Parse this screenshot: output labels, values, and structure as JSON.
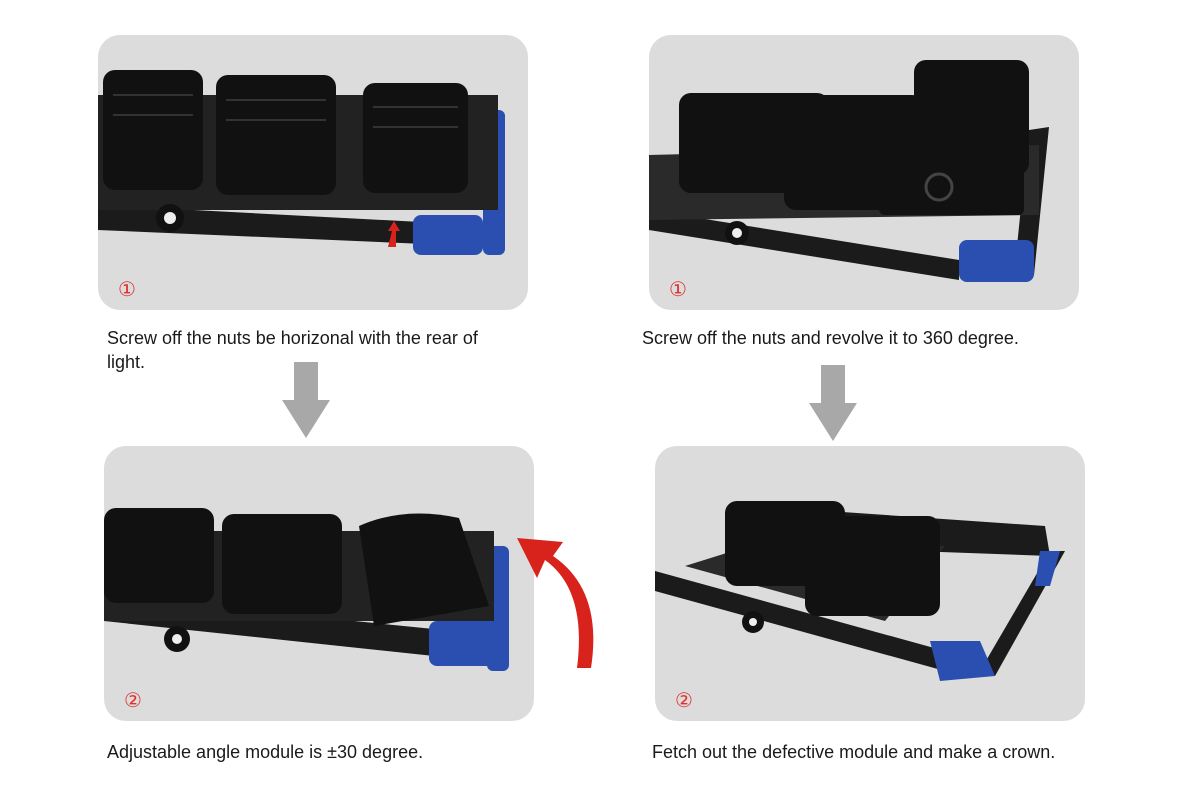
{
  "steps": [
    {
      "marker": "①",
      "caption": "Screw off the nuts be horizonal with the rear of  light."
    },
    {
      "marker": "①",
      "caption": "Screw off the nuts and revolve it to 360 degree."
    },
    {
      "marker": "②",
      "caption": "Adjustable angle module is ±30 degree."
    },
    {
      "marker": "②",
      "caption": "Fetch out the defective module and make a crown."
    }
  ],
  "colors": {
    "panel": "#dcdcdc",
    "frame_accent": "#2a4fb0",
    "marker": "#e03030",
    "arrow_gray": "#a8a8a8",
    "arrow_red": "#d8231c"
  }
}
